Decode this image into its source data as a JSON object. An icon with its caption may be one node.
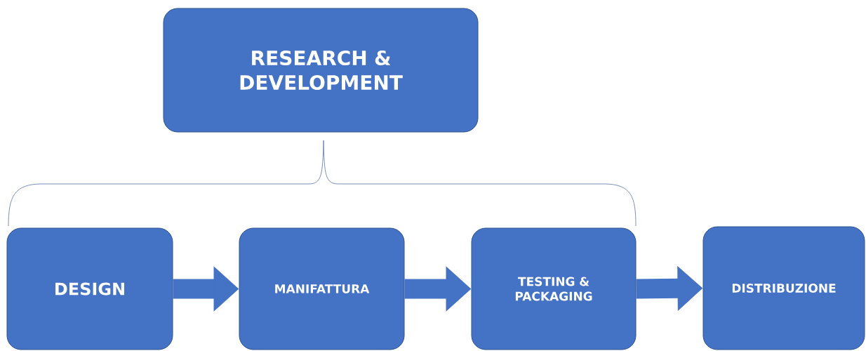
{
  "diagram": {
    "nodes": [
      {
        "text": [
          "RESEARCH & DEVELOPMENT"
        ]
      },
      {
        "text": [
          "DESIGN"
        ]
      },
      {
        "text": [
          "MANIFATTURA"
        ]
      },
      {
        "text": [
          "TESTING & PACKAGING"
        ]
      },
      {
        "text": [
          "DISTRIBUZIONE"
        ]
      }
    ],
    "edges": [
      {
        "from": 1,
        "to": 2,
        "arrow": "to"
      },
      {
        "from": 2,
        "to": 3,
        "arrow": "to"
      },
      {
        "from": 3,
        "to": 4,
        "arrow": "to"
      }
    ]
  }
}
